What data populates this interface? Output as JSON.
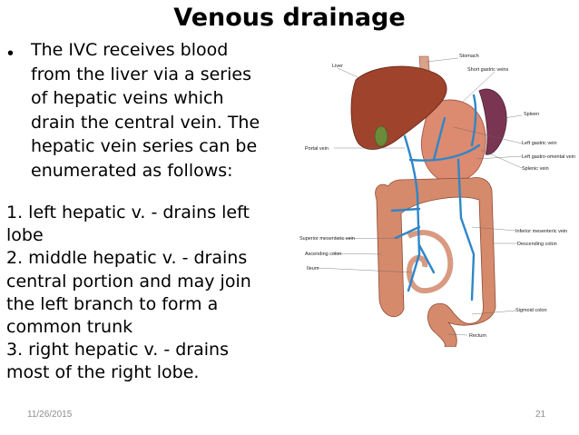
{
  "slide": {
    "title": "Venous drainage",
    "bullet_lines": [
      "The IVC receives blood",
      "from the liver via a series",
      "of hepatic veins which",
      "drain the central vein. The",
      "hepatic vein series can be",
      "enumerated as follows:"
    ],
    "list_lines": [
      "1. left hepatic v. - drains left",
      "lobe",
      "2. middle hepatic v. - drains",
      "central portion and may join",
      "the left branch to form a",
      "common trunk",
      "3. right hepatic v. - drains",
      "most of the right lobe."
    ],
    "footer_date": "11/26/2015",
    "footer_page": "21"
  },
  "figure": {
    "labels": {
      "liver": "Liver",
      "stomach": "Stomach",
      "short_gastric": "Short gastric veins",
      "spleen": "Spleen",
      "portal": "Portal vein",
      "left_gastric": "Left gastric vein",
      "left_gastro_omental": "Left gastro-omental vein",
      "splenic": "Splenic vein",
      "sup_mesenteric": "Superior mesenteric vein",
      "ascending_colon": "Ascending colon",
      "ileum": "Ileum",
      "inf_mesenteric": "Inferior mesenteric vein",
      "descending_colon": "Descending colon",
      "sigmoid_colon": "Sigmoid colon",
      "rectum": "Rectum"
    },
    "colors": {
      "liver": "#a0432c",
      "stomach": "#dc8a70",
      "spleen": "#7a3552",
      "colon": "#d68a6c",
      "vein": "#2f86c8"
    }
  }
}
